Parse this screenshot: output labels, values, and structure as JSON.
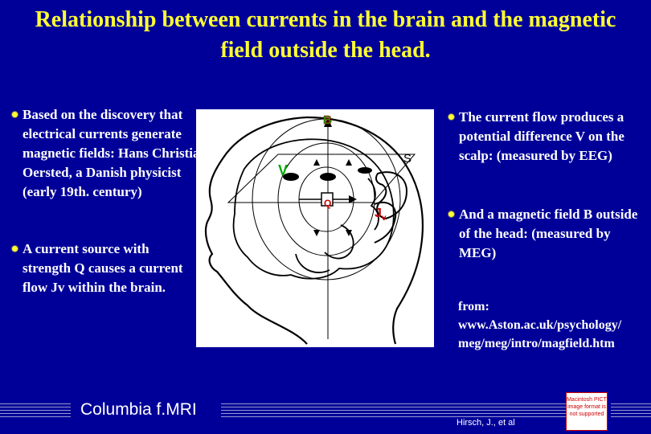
{
  "title": "Relationship between currents in the brain and the magnetic field outside the head.",
  "bullets_left": [
    "Based on the discovery that electrical currents generate magnetic fields: Hans Christian Oersted, a Danish physicist (early 19th. century)",
    "A current source with strength Q causes a current flow Jv within the brain."
  ],
  "bullets_right": [
    "The current flow produces a potential difference V on the scalp: (measured by EEG)",
    "And a magnetic field B outside of the head: (measured by MEG)"
  ],
  "source": {
    "prefix": "from:",
    "url_line1": "www.Aston.ac.uk/psychology/",
    "url_line2": "meg/meg/intro/magfield.htm"
  },
  "figure_labels": {
    "B": "B",
    "V": "V",
    "S": "S",
    "Q": "Q",
    "J": "J",
    "Jsub": "v"
  },
  "footer": {
    "label": "Columbia  f.MRI",
    "credit": "Hirsch, J., et al",
    "pict_text": "Macintosh PICT image format is not supported"
  },
  "colors": {
    "background": "#000099",
    "title": "#ffff33",
    "text": "#ffffff",
    "figure_accent": "#cc0000",
    "figure_green": "#00aa00"
  }
}
